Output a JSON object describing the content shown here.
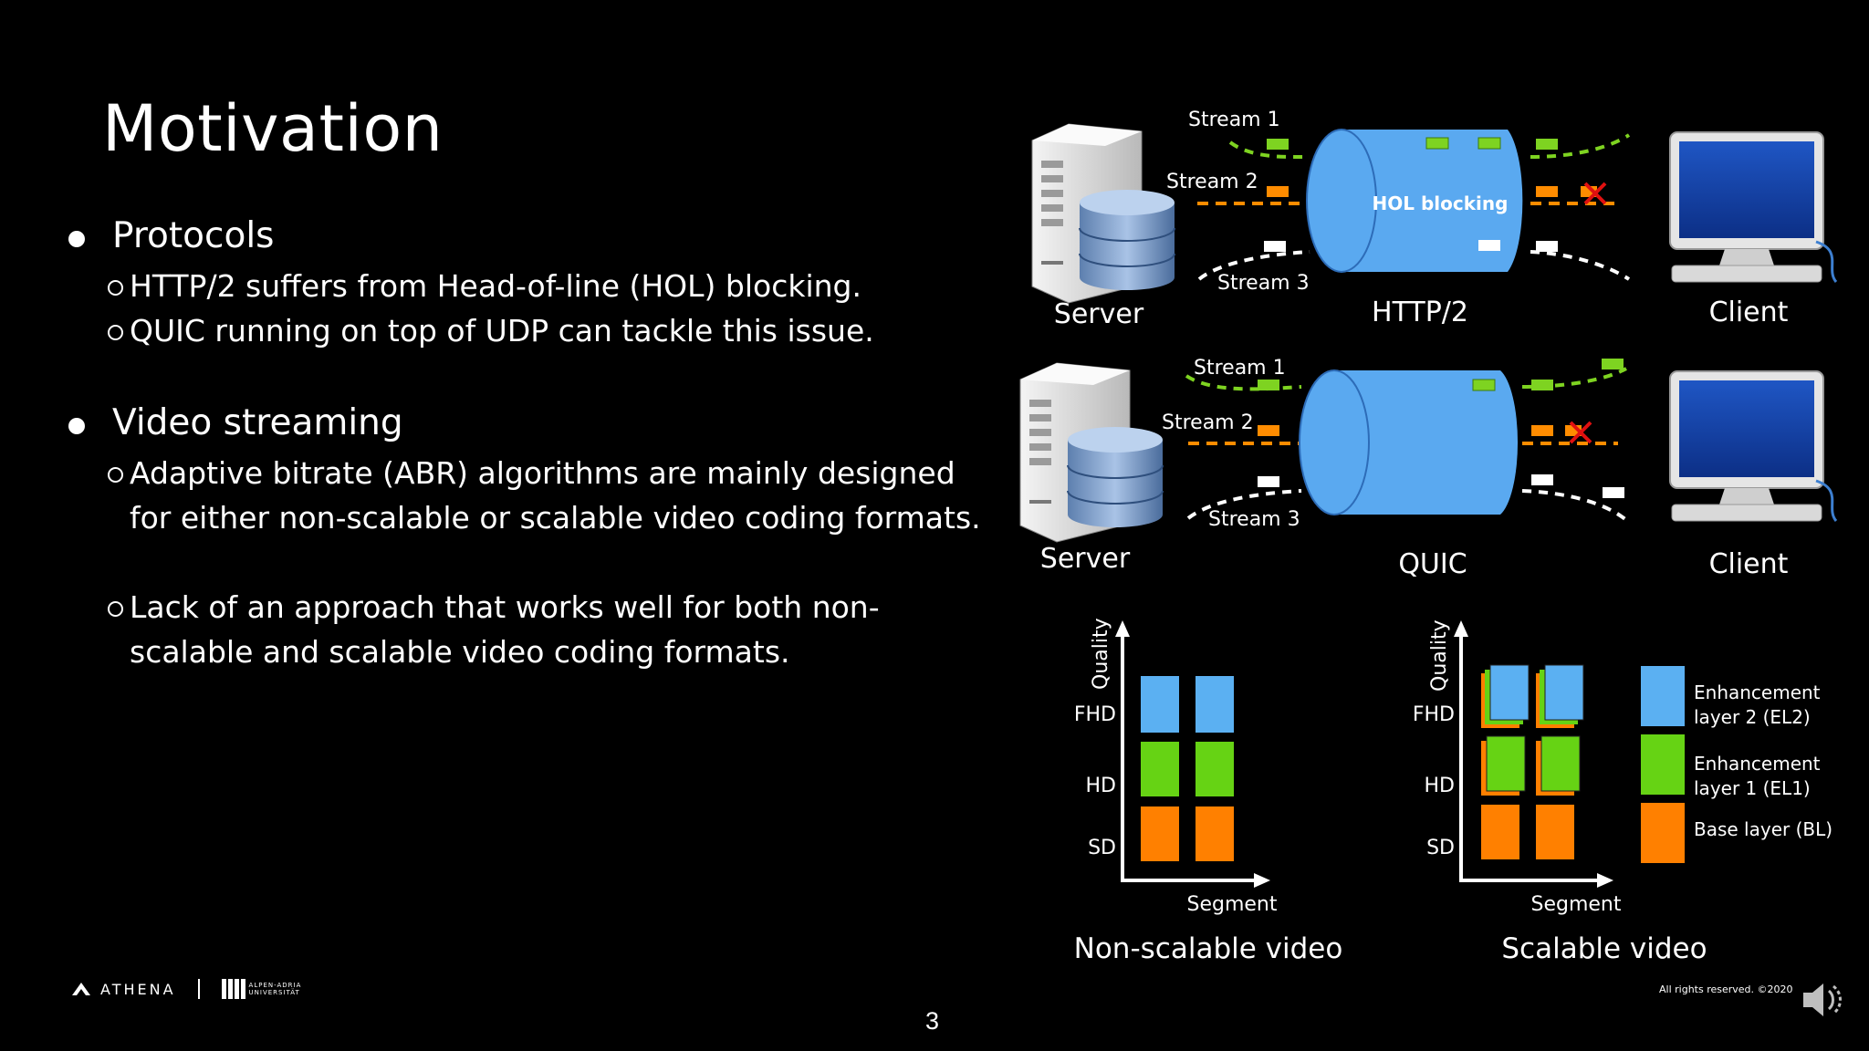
{
  "slide": {
    "title": "Motivation",
    "bullets": [
      {
        "label": "Protocols",
        "subs": [
          "HTTP/2 suffers from Head-of-line (HOL) blocking.",
          "QUIC running on top of UDP can tackle this issue."
        ]
      },
      {
        "label": "Video streaming",
        "subs": [
          "Adaptive bitrate (ABR) algorithms are mainly designed for either non-scalable or scalable video coding formats.",
          "Lack of an approach that works well for both non-scalable and scalable video coding formats."
        ]
      }
    ]
  },
  "diagram": {
    "http2": {
      "server_label": "Server",
      "protocol_label": "HTTP/2",
      "client_label": "Client",
      "blocking_label": "HOL blocking",
      "streams": [
        "Stream 1",
        "Stream 2",
        "Stream 3"
      ]
    },
    "quic": {
      "server_label": "Server",
      "protocol_label": "QUIC",
      "client_label": "Client",
      "streams": [
        "Stream 1",
        "Stream 2",
        "Stream 3"
      ]
    },
    "nonscalable": {
      "ylabel": "Quality",
      "xlabel": "Segment",
      "levels": [
        "FHD",
        "HD",
        "SD"
      ],
      "caption": "Non-scalable video"
    },
    "scalable": {
      "ylabel": "Quality",
      "xlabel": "Segment",
      "levels": [
        "FHD",
        "HD",
        "SD"
      ],
      "caption": "Scalable video",
      "legend": [
        {
          "line1": "Enhancement",
          "line2": "layer 2 (EL2)"
        },
        {
          "line1": "Enhancement",
          "line2": "layer 1 (EL1)"
        },
        {
          "line1": "Base layer (BL)",
          "line2": ""
        }
      ]
    }
  },
  "colors": {
    "stream1": "#7ed321",
    "stream2": "#ff8c00",
    "stream3": "#ffffff",
    "pipe": "#5aa9f0",
    "blue_block": "#5bb0f2",
    "green_block": "#66d314",
    "orange_block": "#ff8000"
  },
  "footer": {
    "brand": "ATHENA",
    "university": "ALPEN-ADRIA UNIVERSITÄT",
    "page_number": "3",
    "rights": "All rights reserved. ©2020"
  },
  "icons": [
    "server-icon",
    "database-icon",
    "monitor-icon",
    "blocked-x-icon",
    "speaker-icon",
    "athena-logo-icon",
    "university-logo-icon"
  ]
}
